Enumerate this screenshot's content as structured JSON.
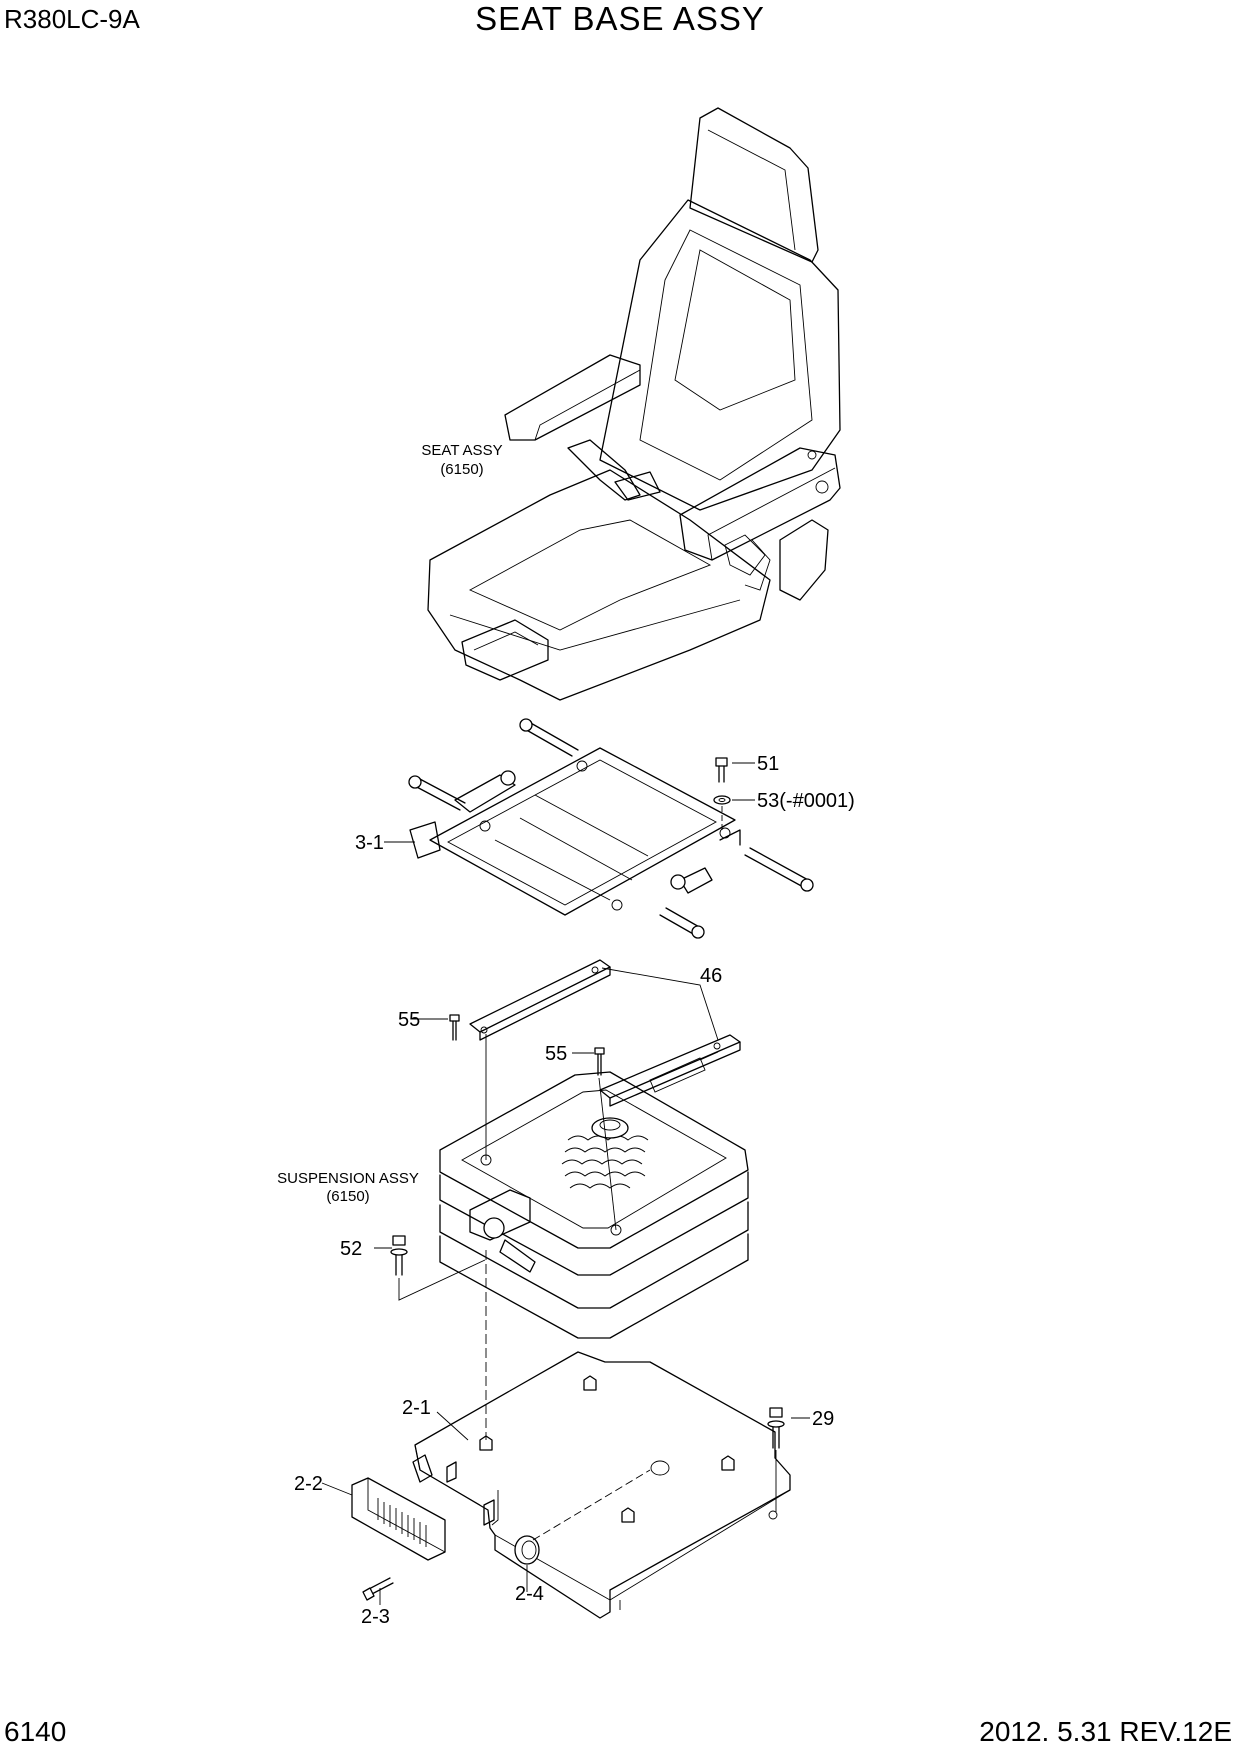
{
  "header": {
    "model": "R380LC-9A",
    "title": "SEAT BASE ASSY"
  },
  "footer": {
    "page_number": "6140",
    "date_rev": "2012. 5.31  REV.12E"
  },
  "assemblies": {
    "seat_assy": {
      "name": "SEAT ASSY",
      "ref": "(6150)"
    },
    "suspension_assy": {
      "name": "SUSPENSION ASSY",
      "ref": "(6150)"
    }
  },
  "callouts": {
    "c51": "51",
    "c53": "53(-#0001)",
    "c3_1": "3-1",
    "c46": "46",
    "c55a": "55",
    "c55b": "55",
    "c52": "52",
    "c2_1": "2-1",
    "c29": "29",
    "c2_2": "2-2",
    "c2_3": "2-3",
    "c2_4": "2-4"
  }
}
